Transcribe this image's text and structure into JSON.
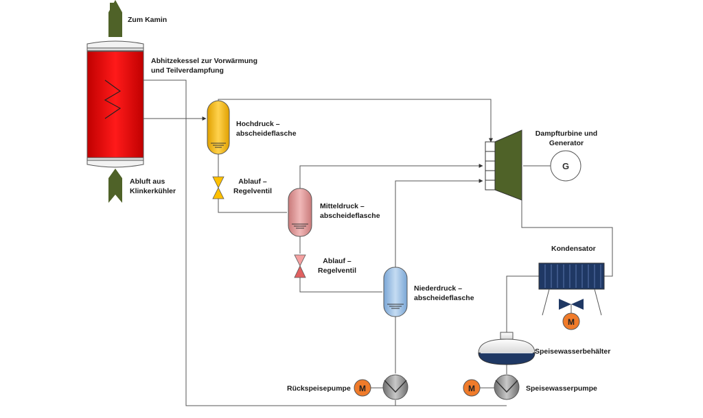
{
  "labels": {
    "chimney": "Zum Kamin",
    "boiler": [
      "Abhitzekessel zur Vorwärmung",
      "und Teilverdampfung"
    ],
    "exhaust": [
      "Abluft aus",
      "Klinkerkühler"
    ],
    "hp_drum": [
      "Hochdruck –",
      "abscheideflasche"
    ],
    "valve1": [
      "Ablauf –",
      "Regelventil"
    ],
    "mp_drum": [
      "Mitteldruck –",
      "abscheideflasche"
    ],
    "valve2": [
      "Ablauf –",
      "Regelventil"
    ],
    "lp_drum": [
      "Niederdruck –",
      "abscheideflasche"
    ],
    "turbine": [
      "Dampfturbine und",
      "Generator"
    ],
    "generator_symbol": "G",
    "condenser": "Kondensator",
    "feedwater_tank": "Speisewasserbehälter",
    "return_pump": "Rückspeisepumpe",
    "feed_pump": "Speisewasserpumpe",
    "motor_symbol": "M"
  },
  "colors": {
    "boiler": "#ff0000",
    "hp_drum": "#ffc000",
    "mp_drum": "#e6a0a0",
    "lp_drum": "#9dc3e6",
    "valve_top": "#ffc000",
    "valve_bottom_top": "#f4a0a0",
    "turbine": "#4f6228",
    "arrows": "#4f6228",
    "condenser": "#1f3864",
    "motor": "#f07b2a",
    "pump": "#9a9a9a"
  }
}
